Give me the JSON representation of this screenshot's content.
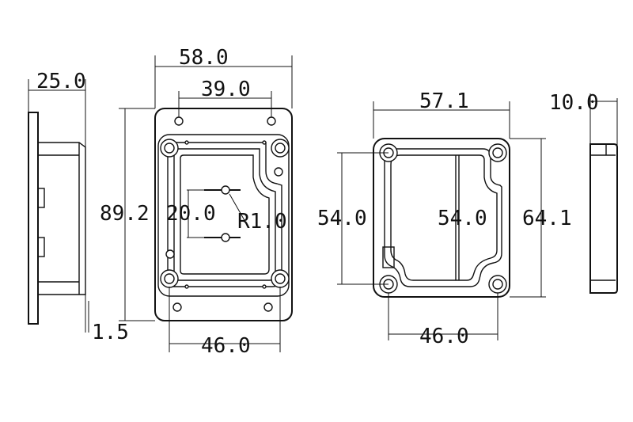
{
  "views": {
    "side_left": {
      "dims": {
        "depth": "25.0",
        "wall": "1.5"
      }
    },
    "base": {
      "dims": {
        "width": "58.0",
        "hole_spacing": "39.0",
        "height": "89.2",
        "inner_spacing": "20.0",
        "radius": "R1.0",
        "mount_spacing": "46.0"
      }
    },
    "lid": {
      "dims": {
        "width": "57.1",
        "inner_height": "54.0",
        "inner_height_2": "54.0",
        "height": "64.1",
        "mount_spacing": "46.0"
      }
    },
    "side_right": {
      "dims": {
        "thickness": "10.0"
      }
    }
  }
}
